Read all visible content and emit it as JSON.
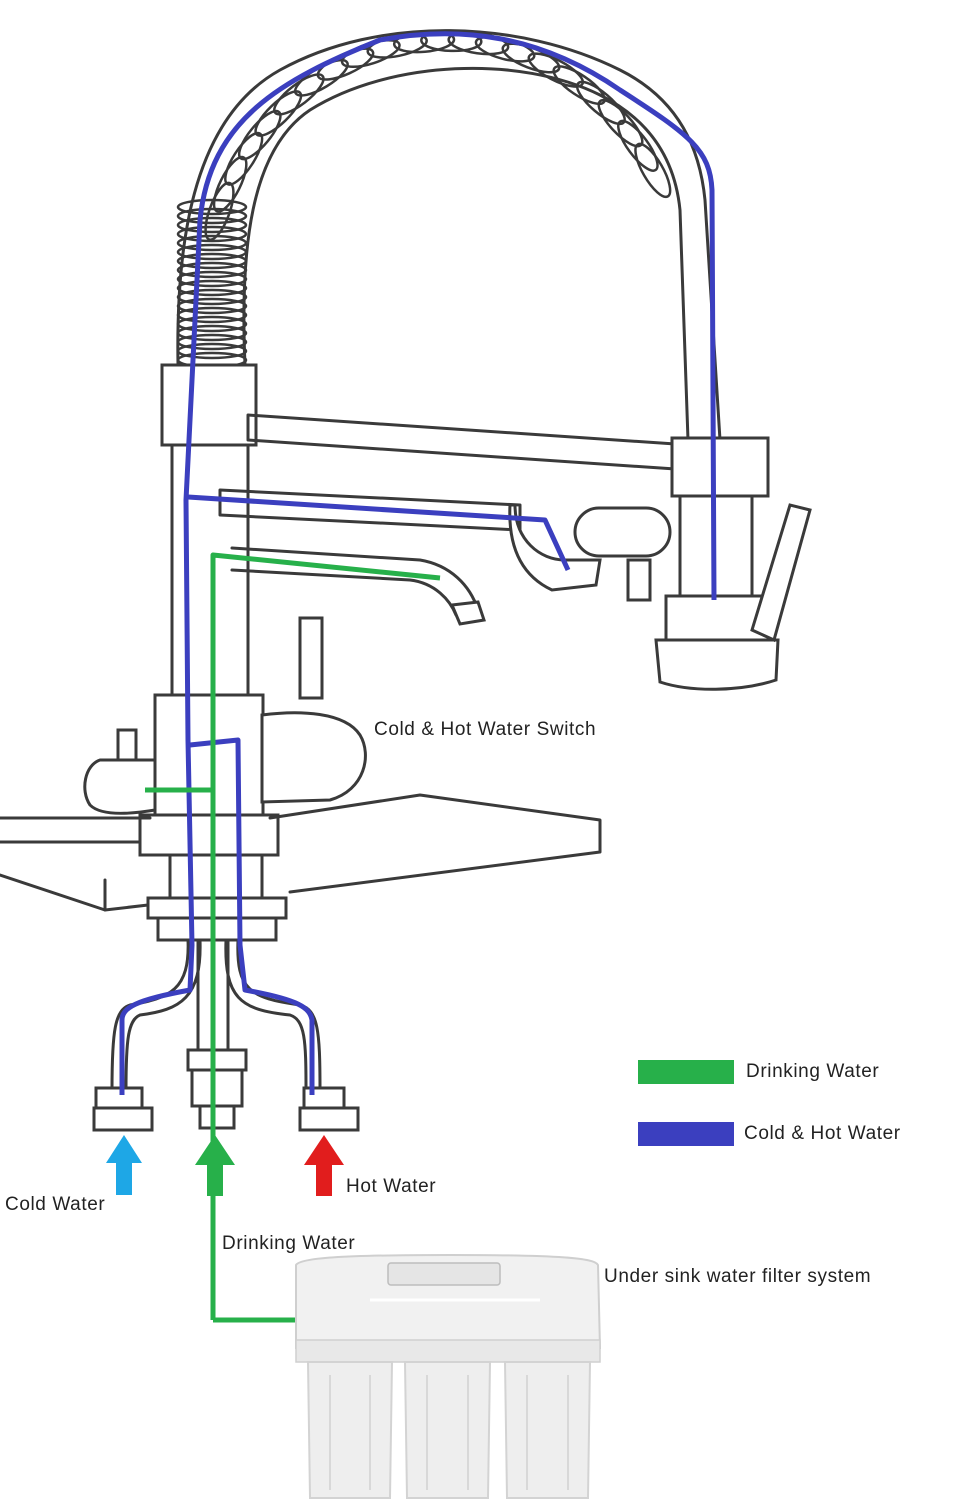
{
  "labels": {
    "switch": "Cold & Hot Water Switch",
    "cold_water": "Cold Water",
    "drinking_water_inlet": "Drinking Water",
    "hot_water": "Hot Water",
    "filter_system": "Under sink water filter system"
  },
  "legend": [
    {
      "label": "Drinking Water",
      "color": "#27b04a"
    },
    {
      "label": "Cold & Hot Water",
      "color": "#3b3fbf"
    }
  ],
  "arrows": {
    "cold": "#1ea7e6",
    "drinking": "#27b04a",
    "hot": "#e11d1d"
  }
}
